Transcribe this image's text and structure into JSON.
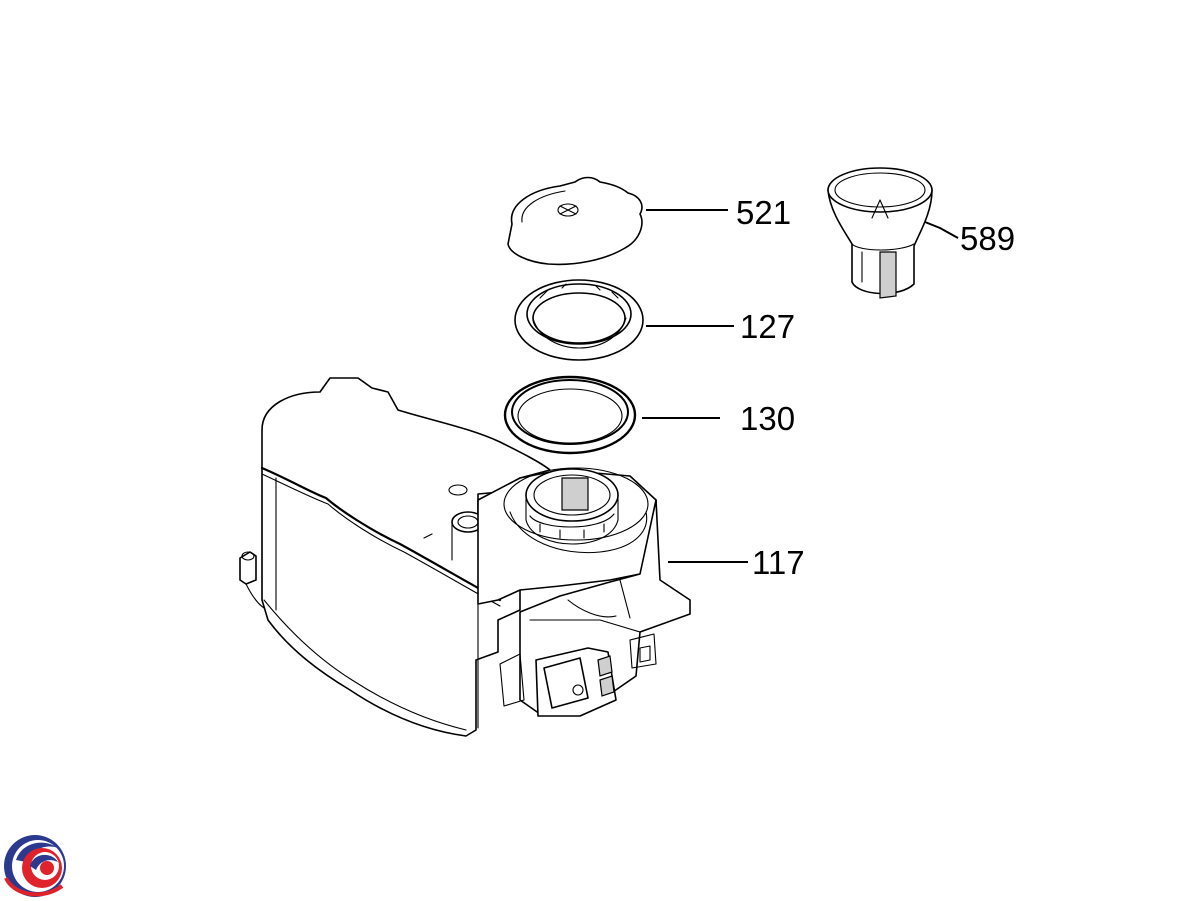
{
  "diagram": {
    "parts": [
      {
        "id": "lid",
        "number": "521"
      },
      {
        "id": "funnel",
        "number": "589"
      },
      {
        "id": "nut-ring",
        "number": "127"
      },
      {
        "id": "gasket",
        "number": "130"
      },
      {
        "id": "salt-container",
        "number": "117"
      }
    ]
  },
  "logo": {
    "colors": {
      "blue": "#2b3a8f",
      "red": "#e0222b"
    }
  }
}
